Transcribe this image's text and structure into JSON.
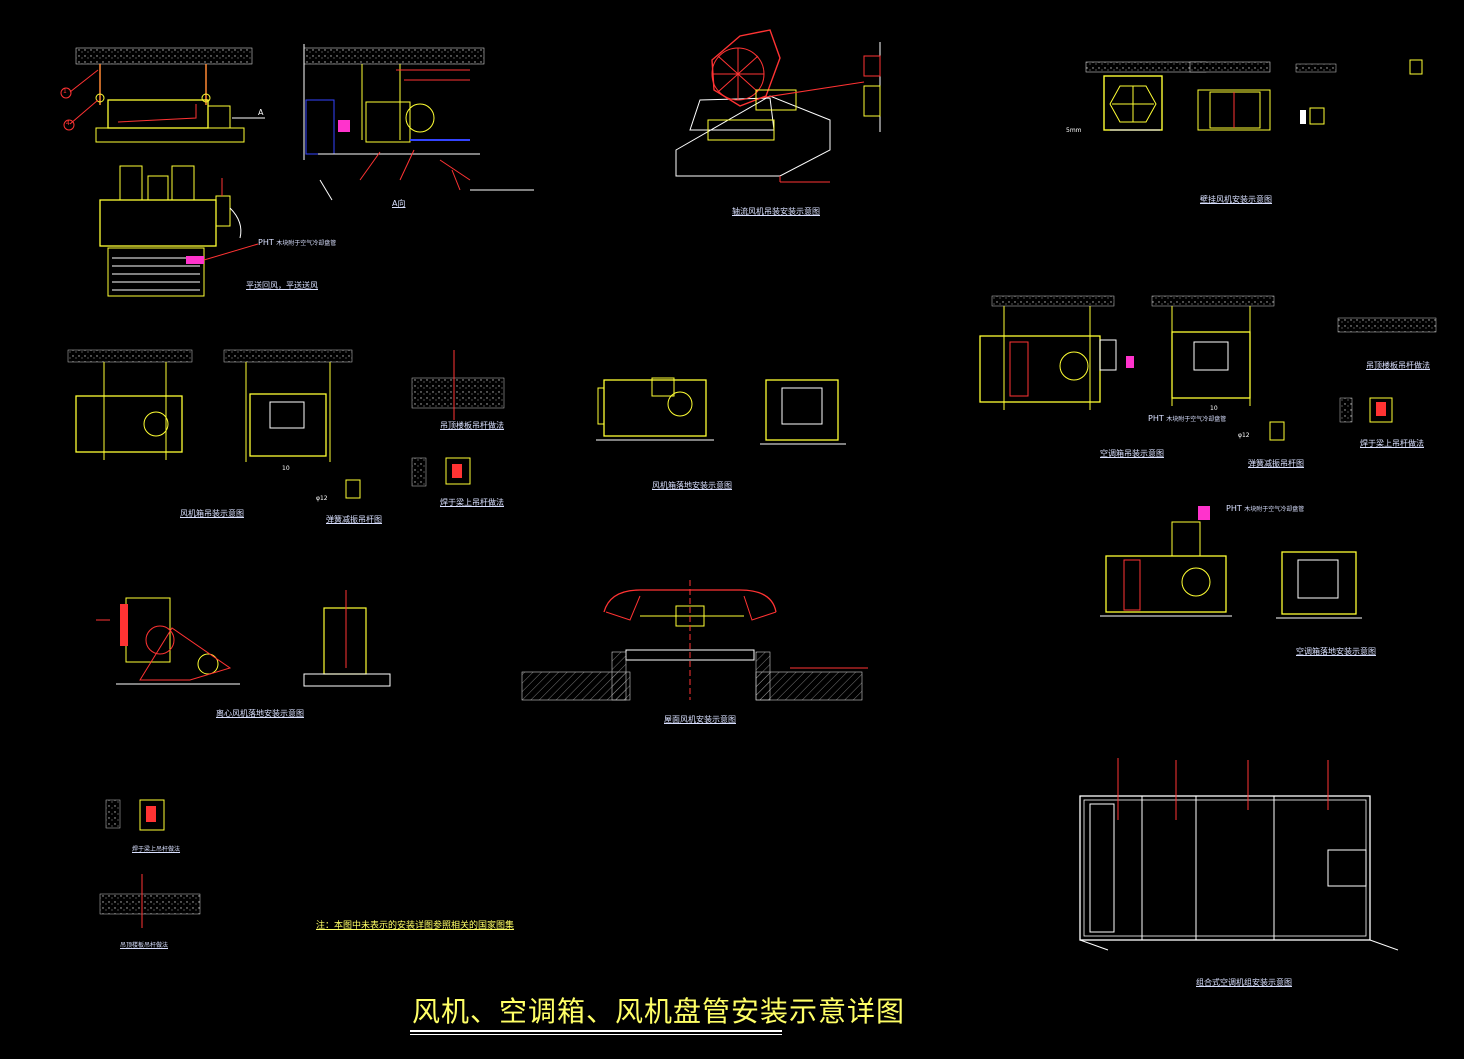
{
  "title": "风机、空调箱、风机盘管安装示意详图",
  "note": "注：本图中未表示的安装详图参照相关的国家图集",
  "colors": {
    "background": "#000000",
    "yellow": "#ffff33",
    "red": "#ff2a2a",
    "magenta": "#ff33cc",
    "white": "#ffffff",
    "blue": "#3344ff"
  },
  "captions": {
    "fcu_plan": "平送回风，平送送风",
    "fcu_side": "A向",
    "axial_fan": "轴流风机吊装安装示意图",
    "wall_fan": "壁挂风机安装示意图",
    "fan_box_hang": "风机箱吊装示意图",
    "ceiling_hanger": "吊顶楼板吊杆做法",
    "spring_hanger": "弹簧减振吊杆图",
    "beam_hanger": "焊于梁上吊杆做法",
    "fan_box_floor": "风机箱落地安装示意图",
    "ahu_hang": "空调箱吊装示意图",
    "ahu_spring": "弹簧减振吊杆图",
    "ahu_ceiling": "吊顶楼板吊杆做法",
    "ahu_beam": "焊于梁上吊杆做法",
    "centrifugal_floor": "离心风机落地安装示意图",
    "roof_fan": "屋面风机安装示意图",
    "ahu_floor": "空调箱落地安装示意图",
    "beam_hanger_small": "焊于梁上吊杆做法",
    "ceiling_hanger_small": "吊顶楼板吊杆做法",
    "combo_ahu": "组合式空调机组安装示意图"
  },
  "labels": {
    "pht1": "PHT",
    "pht1_text": "木块附于空气冷却盘管",
    "pht2": "PHT",
    "pht2_text": "木块附于空气冷却盘管",
    "pht3": "PHT",
    "pht3_text": "木块附于空气冷却盘管",
    "dim_a": "A",
    "leader_1": "1",
    "leader_4": "4",
    "mm5": "5mm",
    "phi12": "φ12",
    "phi12b": "φ12",
    "num10": "10",
    "num10b": "10"
  }
}
